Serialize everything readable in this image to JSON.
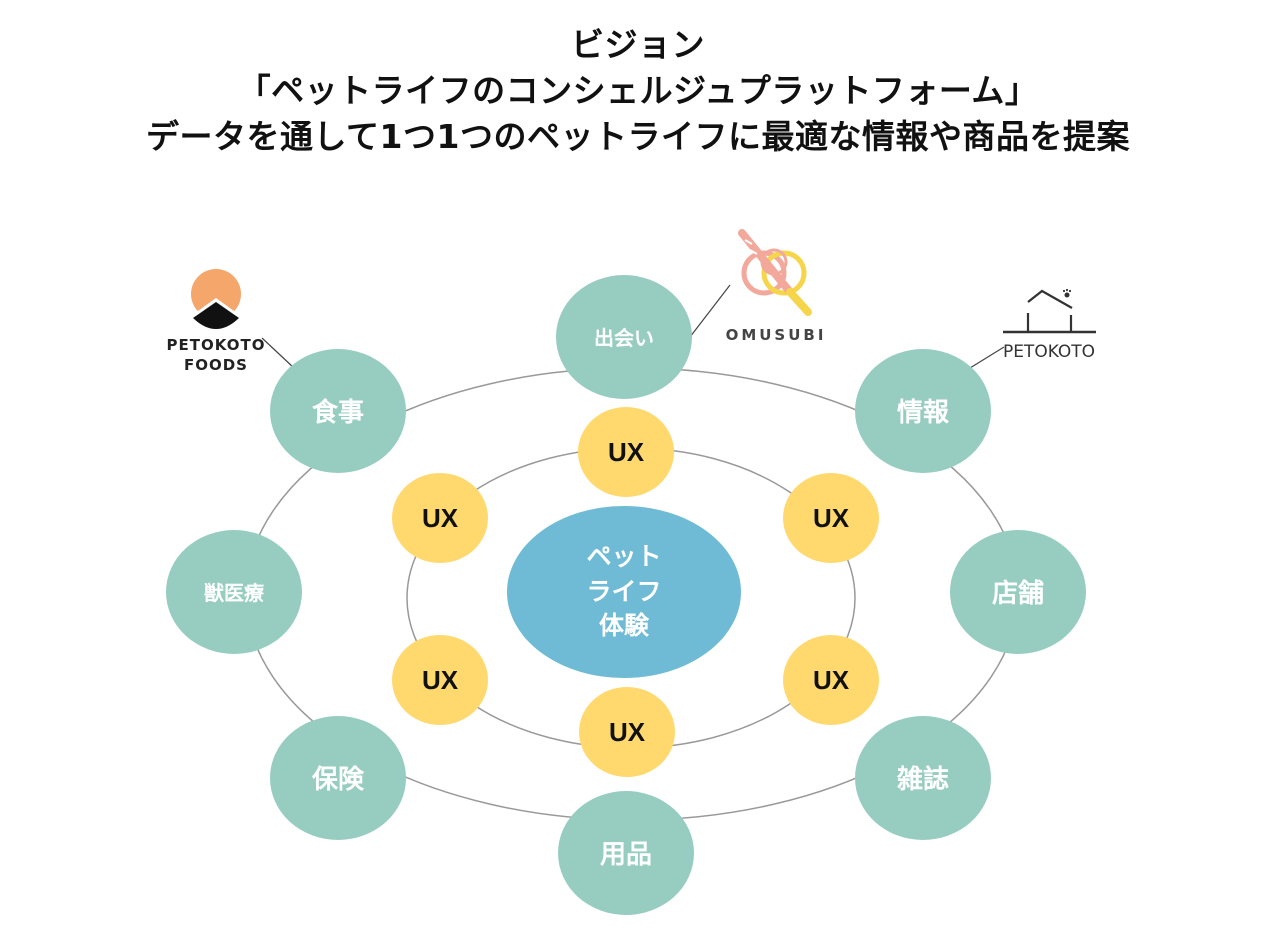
{
  "title": {
    "line1": "ビジョン",
    "line2": "「ペットライフのコンシェルジュプラットフォーム」",
    "line3": "データを通して1つ1つのペットライフに最適な情報や商品を提案"
  },
  "colors": {
    "service_node": "#97cdc0",
    "ux_node": "#ffd96e",
    "center_node": "#6fbbd6",
    "ring_line": "#999999",
    "connector_line": "#444444",
    "foods_logo_sun": "#f5a66b",
    "foods_logo_mountain": "#111111",
    "omusubi_pink": "#f2a89b",
    "omusubi_yellow": "#f7d54a"
  },
  "center": {
    "lines": [
      "ペット",
      "ライフ",
      "体験"
    ]
  },
  "service_nodes": [
    {
      "id": "deai",
      "label": "出会い"
    },
    {
      "id": "shokuji",
      "label": "食事"
    },
    {
      "id": "jouhou",
      "label": "情報"
    },
    {
      "id": "juuiryou",
      "label": "獣医療"
    },
    {
      "id": "tenpo",
      "label": "店舗"
    },
    {
      "id": "hoken",
      "label": "保険"
    },
    {
      "id": "zasshi",
      "label": "雑誌"
    },
    {
      "id": "youhin",
      "label": "用品"
    }
  ],
  "ux_nodes": [
    {
      "label": "UX"
    },
    {
      "label": "UX"
    },
    {
      "label": "UX"
    },
    {
      "label": "UX"
    },
    {
      "label": "UX"
    },
    {
      "label": "UX"
    }
  ],
  "logos": {
    "petokoto_foods": {
      "line1": "PETOKOTO",
      "line2": "FOODS",
      "icon": "sun-over-mountain-logo"
    },
    "omusubi": {
      "text": "OMUSUBI",
      "icon": "mizuhiki-knot-logo"
    },
    "petokoto": {
      "text": "PETOKOTO",
      "icon": "house-with-paw-logo"
    }
  }
}
